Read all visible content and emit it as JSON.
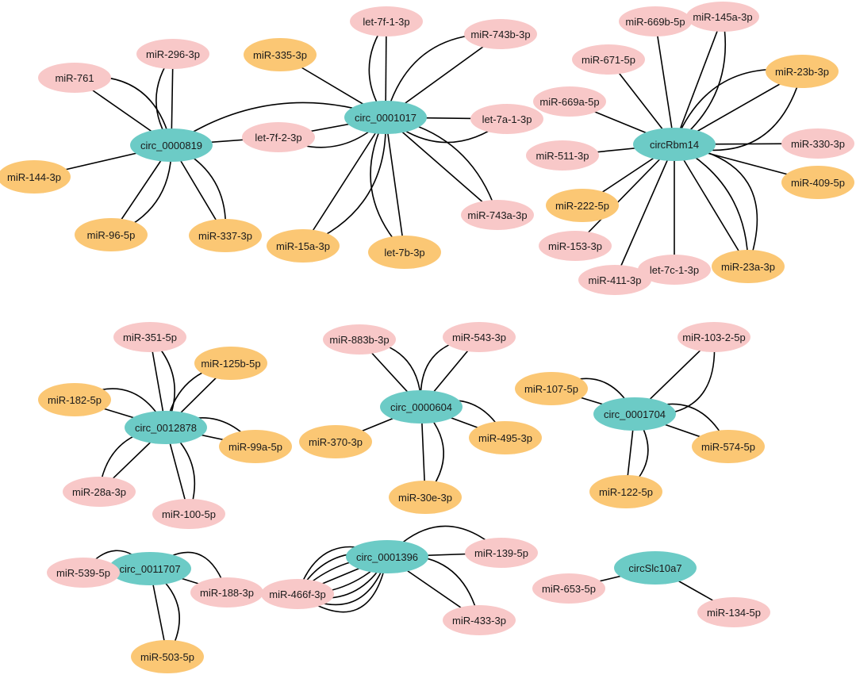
{
  "colors": {
    "circ": "#6ccbc6",
    "mir_pink": "#f8c8c8",
    "mir_orange": "#fbc774",
    "edge": "#000000"
  },
  "nodes": [
    {
      "id": "c819",
      "label": "circ_0000819",
      "type": "circ"
    },
    {
      "id": "c1017",
      "label": "circ_0001017",
      "type": "circ"
    },
    {
      "id": "crbm",
      "label": "circRbm14",
      "type": "circ"
    },
    {
      "id": "c12878",
      "label": "circ_0012878",
      "type": "circ"
    },
    {
      "id": "c604",
      "label": "circ_0000604",
      "type": "circ"
    },
    {
      "id": "c1704",
      "label": "circ_0001704",
      "type": "circ"
    },
    {
      "id": "c11707",
      "label": "circ_0011707",
      "type": "circ"
    },
    {
      "id": "c1396",
      "label": "circ_0001396",
      "type": "circ"
    },
    {
      "id": "cslc",
      "label": "circSlc10a7",
      "type": "circ"
    },
    {
      "id": "m296",
      "label": "miR-296-3p",
      "type": "pink"
    },
    {
      "id": "m761",
      "label": "miR-761",
      "type": "pink"
    },
    {
      "id": "m144",
      "label": "miR-144-3p",
      "type": "orange"
    },
    {
      "id": "m96",
      "label": "miR-96-5p",
      "type": "orange"
    },
    {
      "id": "m337",
      "label": "miR-337-3p",
      "type": "orange"
    },
    {
      "id": "l7f2",
      "label": "let-7f-2-3p",
      "type": "pink"
    },
    {
      "id": "m335",
      "label": "miR-335-3p",
      "type": "orange"
    },
    {
      "id": "l7f1",
      "label": "let-7f-1-3p",
      "type": "pink"
    },
    {
      "id": "m743b",
      "label": "miR-743b-3p",
      "type": "pink"
    },
    {
      "id": "l7a1",
      "label": "let-7a-1-3p",
      "type": "pink"
    },
    {
      "id": "m743a",
      "label": "miR-743a-3p",
      "type": "pink"
    },
    {
      "id": "l7b",
      "label": "let-7b-3p",
      "type": "orange"
    },
    {
      "id": "m15a",
      "label": "miR-15a-3p",
      "type": "orange"
    },
    {
      "id": "m669b",
      "label": "miR-669b-5p",
      "type": "pink"
    },
    {
      "id": "m145a",
      "label": "miR-145a-3p",
      "type": "pink"
    },
    {
      "id": "m671",
      "label": "miR-671-5p",
      "type": "pink"
    },
    {
      "id": "m23b",
      "label": "miR-23b-3p",
      "type": "orange"
    },
    {
      "id": "m669a",
      "label": "miR-669a-5p",
      "type": "pink"
    },
    {
      "id": "m330",
      "label": "miR-330-3p",
      "type": "pink"
    },
    {
      "id": "m511",
      "label": "miR-511-3p",
      "type": "pink"
    },
    {
      "id": "m409",
      "label": "miR-409-5p",
      "type": "orange"
    },
    {
      "id": "m222",
      "label": "miR-222-5p",
      "type": "orange"
    },
    {
      "id": "m153",
      "label": "miR-153-3p",
      "type": "pink"
    },
    {
      "id": "l7c1",
      "label": "let-7c-1-3p",
      "type": "pink"
    },
    {
      "id": "m411",
      "label": "miR-411-3p",
      "type": "pink"
    },
    {
      "id": "m23a",
      "label": "miR-23a-3p",
      "type": "orange"
    },
    {
      "id": "m351",
      "label": "miR-351-5p",
      "type": "pink"
    },
    {
      "id": "m125b",
      "label": "miR-125b-5p",
      "type": "orange"
    },
    {
      "id": "m182",
      "label": "miR-182-5p",
      "type": "orange"
    },
    {
      "id": "m99a",
      "label": "miR-99a-5p",
      "type": "orange"
    },
    {
      "id": "m28a",
      "label": "miR-28a-3p",
      "type": "pink"
    },
    {
      "id": "m100",
      "label": "miR-100-5p",
      "type": "pink"
    },
    {
      "id": "m883b",
      "label": "miR-883b-3p",
      "type": "pink"
    },
    {
      "id": "m543",
      "label": "miR-543-3p",
      "type": "pink"
    },
    {
      "id": "m370",
      "label": "miR-370-3p",
      "type": "orange"
    },
    {
      "id": "m495",
      "label": "miR-495-3p",
      "type": "orange"
    },
    {
      "id": "m30e",
      "label": "miR-30e-3p",
      "type": "orange"
    },
    {
      "id": "m103",
      "label": "miR-103-2-5p",
      "type": "pink"
    },
    {
      "id": "m107",
      "label": "miR-107-5p",
      "type": "orange"
    },
    {
      "id": "m574",
      "label": "miR-574-5p",
      "type": "orange"
    },
    {
      "id": "m122",
      "label": "miR-122-5p",
      "type": "orange"
    },
    {
      "id": "m539",
      "label": "miR-539-5p",
      "type": "pink"
    },
    {
      "id": "m188",
      "label": "miR-188-3p",
      "type": "pink"
    },
    {
      "id": "m503",
      "label": "miR-503-5p",
      "type": "orange"
    },
    {
      "id": "m466f",
      "label": "miR-466f-3p",
      "type": "pink"
    },
    {
      "id": "m139",
      "label": "miR-139-5p",
      "type": "pink"
    },
    {
      "id": "m433",
      "label": "miR-433-3p",
      "type": "pink"
    },
    {
      "id": "m653",
      "label": "miR-653-5p",
      "type": "pink"
    },
    {
      "id": "m134",
      "label": "miR-134-5p",
      "type": "pink"
    }
  ],
  "edges": [
    [
      "c819",
      "m296",
      0
    ],
    [
      "c819",
      "m296",
      -0.35
    ],
    [
      "c819",
      "m761",
      0
    ],
    [
      "c819",
      "m761",
      0.45
    ],
    [
      "c819",
      "m144",
      0
    ],
    [
      "c819",
      "m96",
      0
    ],
    [
      "c819",
      "m96",
      -0.35
    ],
    [
      "c819",
      "m337",
      0
    ],
    [
      "c819",
      "m337",
      -0.35
    ],
    [
      "c819",
      "l7f2",
      0
    ],
    [
      "c819",
      "c1017",
      -0.25
    ],
    [
      "c1017",
      "m335",
      0
    ],
    [
      "c1017",
      "l7f1",
      0
    ],
    [
      "c1017",
      "l7f1",
      -0.35
    ],
    [
      "c1017",
      "m743b",
      0
    ],
    [
      "c1017",
      "m743b",
      -0.4
    ],
    [
      "c1017",
      "l7a1",
      0
    ],
    [
      "c1017",
      "l7a1",
      0.4
    ],
    [
      "c1017",
      "m743a",
      0
    ],
    [
      "c1017",
      "m743a",
      -0.3
    ],
    [
      "c1017",
      "l7b",
      0
    ],
    [
      "c1017",
      "l7b",
      0.35
    ],
    [
      "c1017",
      "m15a",
      0
    ],
    [
      "c1017",
      "m15a",
      -0.35
    ],
    [
      "c1017",
      "l7f2",
      0
    ],
    [
      "c1017",
      "l7f2",
      -0.35
    ],
    [
      "crbm",
      "m669b",
      0
    ],
    [
      "crbm",
      "m145a",
      0
    ],
    [
      "crbm",
      "m145a",
      0.3
    ],
    [
      "crbm",
      "m671",
      0
    ],
    [
      "crbm",
      "m23b",
      0
    ],
    [
      "crbm",
      "m23b",
      -0.4
    ],
    [
      "crbm",
      "m23b",
      0.5
    ],
    [
      "crbm",
      "m669a",
      0
    ],
    [
      "crbm",
      "m330",
      0
    ],
    [
      "crbm",
      "m511",
      0
    ],
    [
      "crbm",
      "m409",
      0
    ],
    [
      "crbm",
      "m222",
      0
    ],
    [
      "crbm",
      "m153",
      0
    ],
    [
      "crbm",
      "m411",
      0
    ],
    [
      "crbm",
      "l7c1",
      0
    ],
    [
      "crbm",
      "m23a",
      0
    ],
    [
      "crbm",
      "m23a",
      -0.3
    ],
    [
      "crbm",
      "m23a",
      -0.6
    ],
    [
      "c12878",
      "m351",
      0
    ],
    [
      "c12878",
      "m351",
      0.35
    ],
    [
      "c12878",
      "m125b",
      0
    ],
    [
      "c12878",
      "m125b",
      -0.35
    ],
    [
      "c12878",
      "m182",
      0
    ],
    [
      "c12878",
      "m182",
      0.5
    ],
    [
      "c12878",
      "m99a",
      0
    ],
    [
      "c12878",
      "m99a",
      -0.4
    ],
    [
      "c12878",
      "m28a",
      0
    ],
    [
      "c12878",
      "m28a",
      0.4
    ],
    [
      "c12878",
      "m100",
      0
    ],
    [
      "c12878",
      "m100",
      -0.35
    ],
    [
      "c604",
      "m883b",
      0
    ],
    [
      "c604",
      "m883b",
      0.45
    ],
    [
      "c604",
      "m543",
      0
    ],
    [
      "c604",
      "m543",
      -0.5
    ],
    [
      "c604",
      "m370",
      0
    ],
    [
      "c604",
      "m495",
      0
    ],
    [
      "c604",
      "m495",
      -0.45
    ],
    [
      "c604",
      "m30e",
      0
    ],
    [
      "c604",
      "m30e",
      -0.45
    ],
    [
      "c1704",
      "m103",
      0
    ],
    [
      "c1704",
      "m103",
      0.6
    ],
    [
      "c1704",
      "m107",
      0
    ],
    [
      "c1704",
      "m107",
      0.5
    ],
    [
      "c1704",
      "m574",
      0
    ],
    [
      "c1704",
      "m574",
      -0.5
    ],
    [
      "c1704",
      "m122",
      0
    ],
    [
      "c1704",
      "m122",
      -0.45
    ],
    [
      "c11707",
      "m539",
      0
    ],
    [
      "c11707",
      "m539",
      0.6
    ],
    [
      "c11707",
      "m188",
      0
    ],
    [
      "c11707",
      "m188",
      -0.7
    ],
    [
      "c11707",
      "m503",
      0
    ],
    [
      "c11707",
      "m503",
      -0.45
    ],
    [
      "c1396",
      "m466f",
      0
    ],
    [
      "c1396",
      "m466f",
      0.2
    ],
    [
      "c1396",
      "m466f",
      0.38
    ],
    [
      "c1396",
      "m466f",
      0.56
    ],
    [
      "c1396",
      "m466f",
      -0.22
    ],
    [
      "c1396",
      "m466f",
      -0.4
    ],
    [
      "c1396",
      "m466f",
      -0.58
    ],
    [
      "c1396",
      "m466f",
      -0.76
    ],
    [
      "c1396",
      "m139",
      0
    ],
    [
      "c1396",
      "m139",
      -0.5
    ],
    [
      "c1396",
      "m433",
      0
    ],
    [
      "c1396",
      "m433",
      -0.45
    ],
    [
      "cslc",
      "m653",
      0
    ],
    [
      "cslc",
      "m134",
      0
    ]
  ]
}
